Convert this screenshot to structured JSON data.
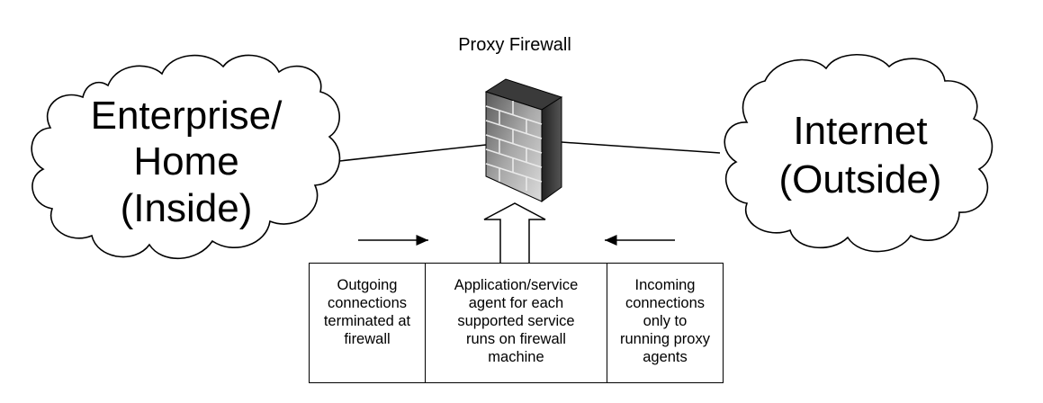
{
  "title": "Proxy Firewall",
  "left_cloud": {
    "lines": [
      "Enterprise/",
      "Home",
      "(Inside)"
    ]
  },
  "right_cloud": {
    "lines": [
      "Internet",
      "(Outside)"
    ]
  },
  "boxes": [
    {
      "lines": [
        "Outgoing",
        "connections",
        "terminated at",
        "firewall"
      ]
    },
    {
      "lines": [
        "Application/service",
        "agent for each",
        "supported service",
        "runs on firewall",
        "machine"
      ]
    },
    {
      "lines": [
        "Incoming",
        "connections",
        "only to",
        "running proxy",
        "agents"
      ]
    }
  ],
  "icons": {
    "firewall": "brick-wall-icon"
  }
}
